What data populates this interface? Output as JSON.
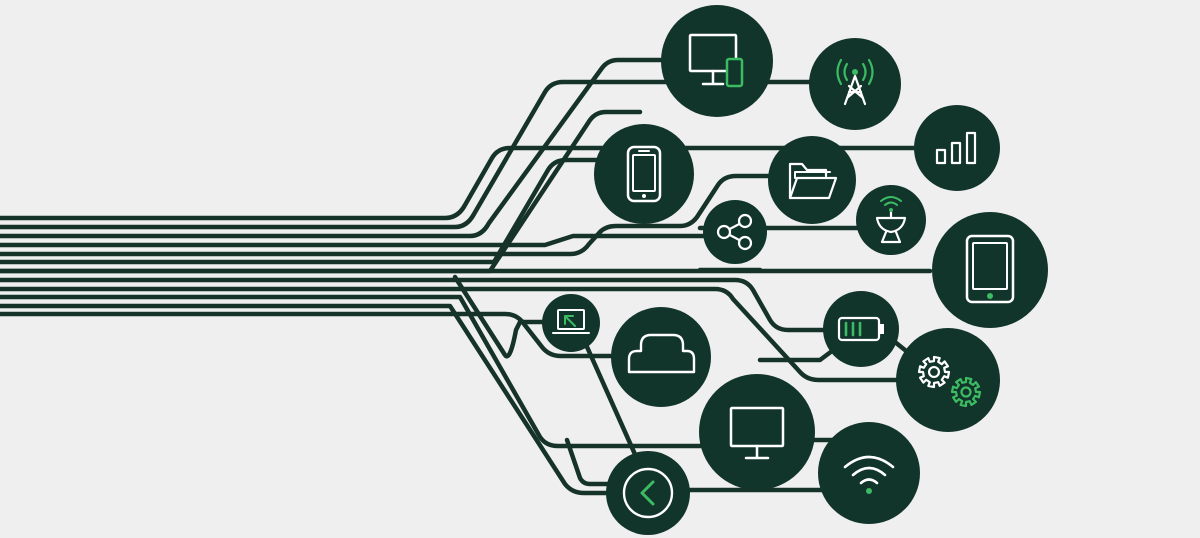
{
  "colors": {
    "background": "#efefef",
    "line": "#16332a",
    "node_fill": "#12352b",
    "icon_white": "#ffffff",
    "icon_accent": "#3dbb63"
  },
  "nodes": [
    {
      "id": "desktop-mobile",
      "icon": "desktop-and-phone-icon"
    },
    {
      "id": "antenna",
      "icon": "radio-tower-icon"
    },
    {
      "id": "signal",
      "icon": "signal-bars-icon"
    },
    {
      "id": "smartphone",
      "icon": "smartphone-icon"
    },
    {
      "id": "folder",
      "icon": "folder-icon"
    },
    {
      "id": "satellite",
      "icon": "satellite-dish-icon"
    },
    {
      "id": "share",
      "icon": "share-icon"
    },
    {
      "id": "tablet",
      "icon": "tablet-icon"
    },
    {
      "id": "laptop",
      "icon": "laptop-icon"
    },
    {
      "id": "cloud",
      "icon": "cloud-icon"
    },
    {
      "id": "battery",
      "icon": "battery-icon"
    },
    {
      "id": "settings",
      "icon": "gears-icon"
    },
    {
      "id": "monitor",
      "icon": "monitor-icon"
    },
    {
      "id": "back",
      "icon": "back-arrow-icon"
    },
    {
      "id": "wifi",
      "icon": "wifi-icon"
    }
  ]
}
